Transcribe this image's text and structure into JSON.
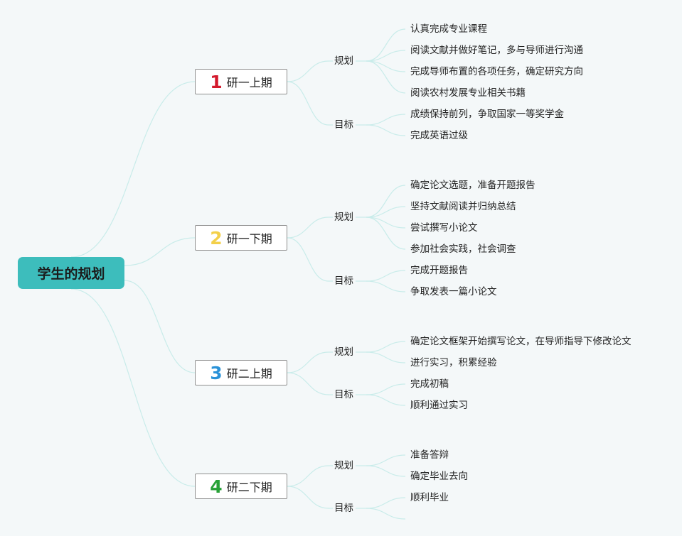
{
  "root": {
    "label": "学生的规划"
  },
  "periods": [
    {
      "number": "1",
      "title": "研一上期",
      "color": "#d3192c",
      "groups": [
        {
          "label": "规划",
          "items": [
            "认真完成专业课程",
            "阅读文献并做好笔记，多与导师进行沟通",
            "完成导师布置的各项任务，确定研究方向",
            "阅读农村发展专业相关书籍"
          ]
        },
        {
          "label": "目标",
          "items": [
            "成绩保持前列，争取国家一等奖学金",
            "完成英语过级"
          ]
        }
      ]
    },
    {
      "number": "2",
      "title": "研一下期",
      "color": "#f3d04a",
      "groups": [
        {
          "label": "规划",
          "items": [
            "确定论文选题，准备开题报告",
            "坚持文献阅读并归纳总结",
            "尝试撰写小论文",
            "参加社会实践，社会调查"
          ]
        },
        {
          "label": "目标",
          "items": [
            "完成开题报告",
            "争取发表一篇小论文"
          ]
        }
      ]
    },
    {
      "number": "3",
      "title": "研二上期",
      "color": "#2a92d8",
      "groups": [
        {
          "label": "规划",
          "items": [
            "确定论文框架开始撰写论文，在导师指导下修改论文",
            "进行实习，积累经验"
          ]
        },
        {
          "label": "目标",
          "items": [
            "完成初稿",
            "顺利通过实习"
          ]
        }
      ]
    },
    {
      "number": "4",
      "title": "研二下期",
      "color": "#27a137",
      "groups": [
        {
          "label": "规划",
          "items": [
            "准备答辩",
            "确定毕业去向"
          ]
        },
        {
          "label": "目标",
          "items": [
            "顺利毕业",
            ""
          ]
        }
      ]
    }
  ],
  "colors": {
    "line": "#c9ecea",
    "root_fill": "#3dbdbc",
    "background": "#f4f8f9"
  }
}
